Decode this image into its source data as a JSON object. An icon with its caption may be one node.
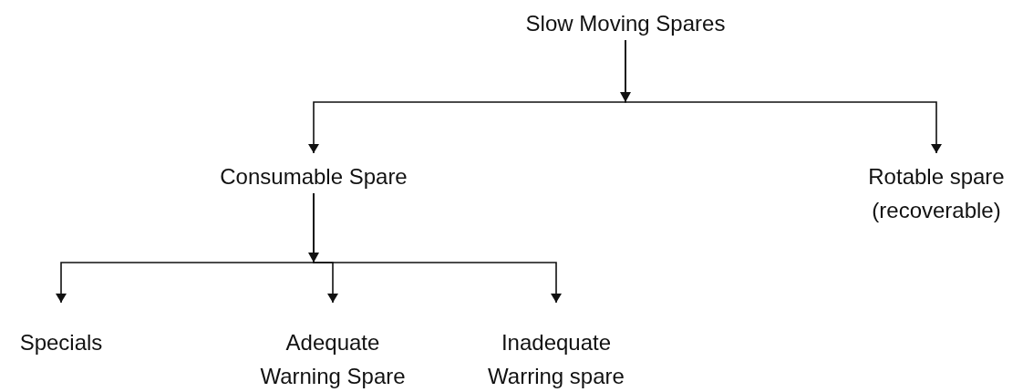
{
  "diagram": {
    "nodes": [
      {
        "text": [
          "Slow Moving Spares"
        ]
      },
      {
        "text": [
          "Consumable Spare"
        ]
      },
      {
        "text": [
          "Rotable spare (recoverable)"
        ]
      },
      {
        "text": [
          "Specials"
        ]
      },
      {
        "text": [
          "Adequate Warning Spare"
        ]
      },
      {
        "text": [
          "Inadequate Warring spare"
        ]
      }
    ],
    "edges": [
      {
        "from": 0,
        "to": 1,
        "arrow": "to"
      },
      {
        "from": 0,
        "to": 2,
        "arrow": "to"
      },
      {
        "from": 1,
        "to": 3,
        "arrow": "to"
      },
      {
        "from": 1,
        "to": 4,
        "arrow": "to"
      },
      {
        "from": 1,
        "to": 5,
        "arrow": "to"
      }
    ]
  }
}
